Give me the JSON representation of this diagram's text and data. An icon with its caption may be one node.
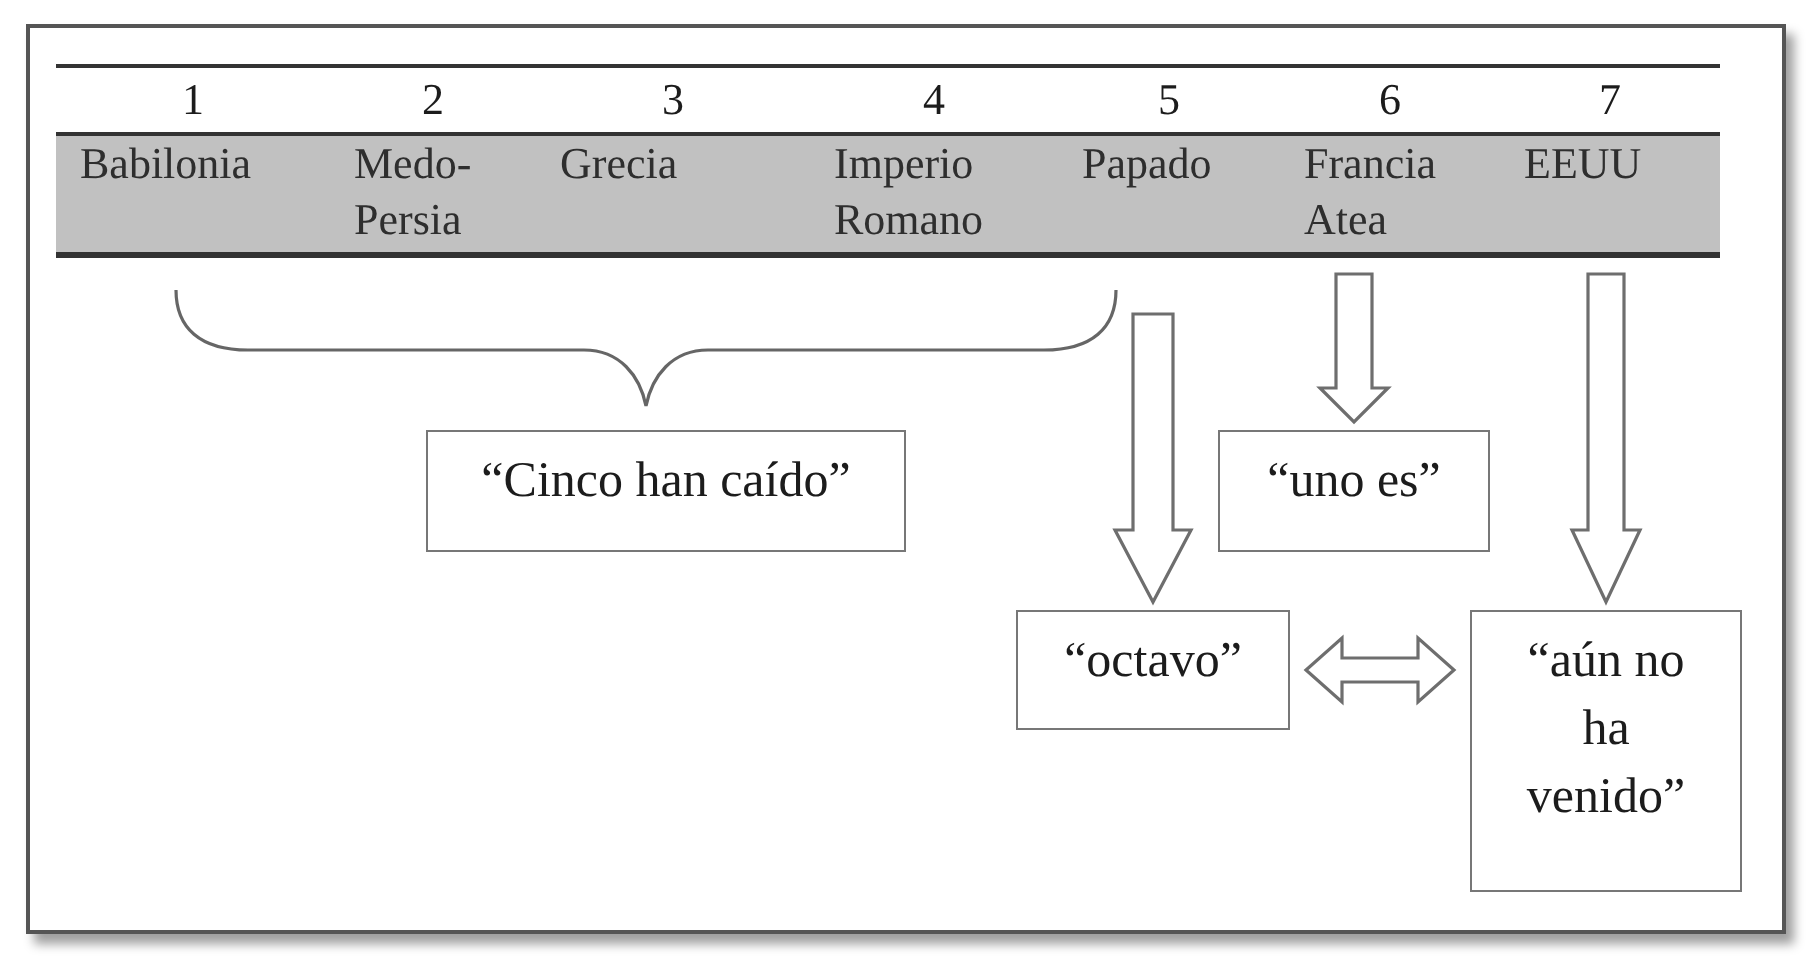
{
  "diagram": {
    "nodes": [
      {
        "text": [
          "1",
          "Babilonia"
        ]
      },
      {
        "text": [
          "2",
          "Medo-Persia"
        ]
      },
      {
        "text": [
          "3",
          "Grecia"
        ]
      },
      {
        "text": [
          "4",
          "Imperio Romano"
        ]
      },
      {
        "text": [
          "5",
          "Papado"
        ]
      },
      {
        "text": [
          "6",
          "Francia Atea"
        ]
      },
      {
        "text": [
          "7",
          "EEUU"
        ]
      },
      {
        "text": [
          "“Cinco han caído”"
        ]
      },
      {
        "text": [
          "“uno es”"
        ]
      },
      {
        "text": [
          "“octavo”"
        ]
      },
      {
        "text": [
          "“aún no ha venido”"
        ]
      }
    ],
    "edges": [
      {
        "from": 4,
        "to": 9,
        "arrow": "to"
      },
      {
        "from": 5,
        "to": 8,
        "arrow": "to"
      },
      {
        "from": 6,
        "to": 10,
        "arrow": "to"
      },
      {
        "from": 9,
        "to": 10,
        "arrow": "both"
      }
    ]
  }
}
